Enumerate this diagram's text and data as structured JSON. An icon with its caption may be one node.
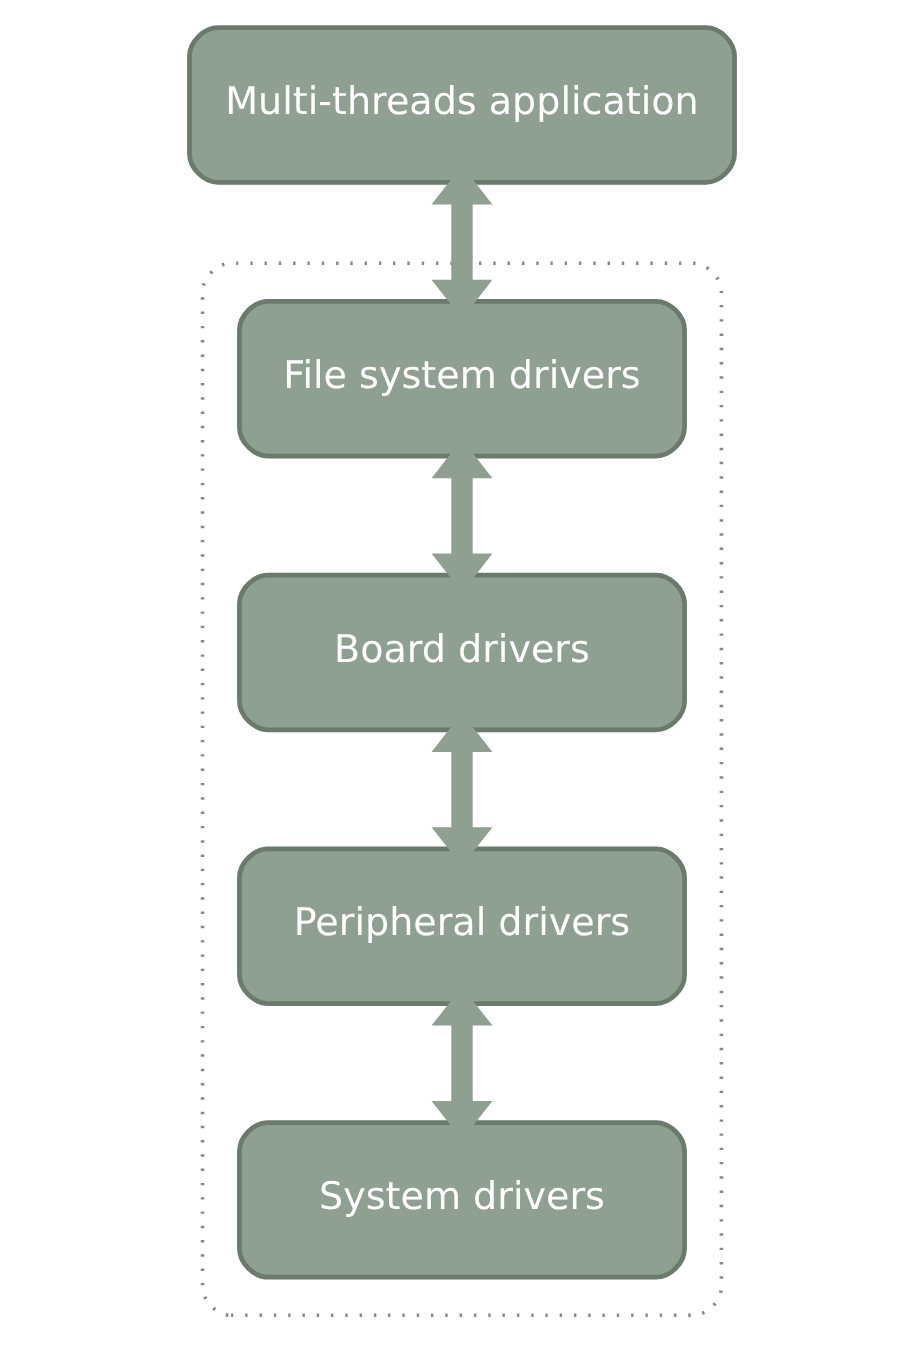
{
  "diagram": {
    "nodes": [
      {
        "text": [
          "Multi-threads application"
        ]
      },
      {
        "text": [],
        "shape": "box"
      },
      {
        "text": [
          "File system drivers"
        ],
        "in": 1
      },
      {
        "text": [
          "Board drivers"
        ],
        "in": 1
      },
      {
        "text": [
          "Peripheral drivers"
        ],
        "in": 1
      },
      {
        "text": [
          "System drivers"
        ],
        "in": 1
      }
    ],
    "edges": [
      {
        "from": 0,
        "to": 2,
        "arrow": "both"
      },
      {
        "from": 2,
        "to": 3,
        "arrow": "both"
      },
      {
        "from": 3,
        "to": 4,
        "arrow": "both"
      },
      {
        "from": 4,
        "to": 5,
        "arrow": "both"
      }
    ]
  }
}
